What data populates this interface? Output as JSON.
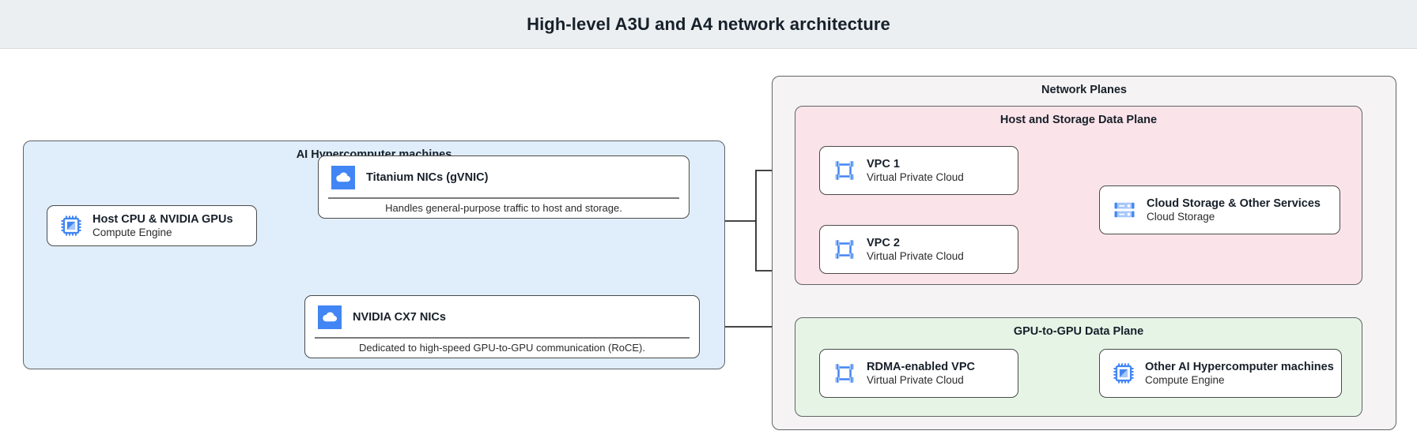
{
  "header": {
    "title": "High-level A3U and A4 network architecture"
  },
  "groups": {
    "machines": {
      "label": "AI Hypercomputer machines",
      "fill": "#e0eefb"
    },
    "planes": {
      "label": "Network Planes",
      "fill": "#f5f3f3"
    },
    "host_storage_plane": {
      "label": "Host and Storage Data Plane",
      "fill": "#fbe4e9"
    },
    "gpu_plane": {
      "label": "GPU-to-GPU Data Plane",
      "fill": "#e6f4e6"
    }
  },
  "nodes": {
    "host_cpu": {
      "title": "Host CPU & NVIDIA GPUs",
      "subtitle": "Compute Engine",
      "icon": "cpu-chip-icon"
    },
    "titanium": {
      "title": "Titanium NICs (gVNIC)",
      "description": "Handles general-purpose traffic to host and storage.",
      "icon": "cloud-icon"
    },
    "cx7": {
      "title": "NVIDIA CX7 NICs",
      "description": "Dedicated to high-speed GPU-to-GPU communication (RoCE).",
      "icon": "cloud-icon"
    },
    "vpc1": {
      "title": "VPC 1",
      "subtitle": "Virtual Private Cloud",
      "icon": "vpc-icon"
    },
    "vpc2": {
      "title": "VPC 2",
      "subtitle": "Virtual Private Cloud",
      "icon": "vpc-icon"
    },
    "cloud_storage": {
      "title": "Cloud Storage & Other Services",
      "subtitle": "Cloud Storage",
      "icon": "cloud-storage-icon"
    },
    "rdma_vpc": {
      "title": "RDMA-enabled VPC",
      "subtitle": "Virtual Private Cloud",
      "icon": "vpc-icon"
    },
    "other_machines": {
      "title": "Other AI Hypercomputer machines",
      "subtitle": "Compute Engine",
      "icon": "cpu-chip-icon"
    }
  },
  "colors": {
    "header_bg": "#eceff1",
    "machines_fill": "#e0eefb",
    "planes_fill": "#f5f3f3",
    "host_plane_fill": "#fbe4e9",
    "gpu_plane_fill": "#e6f4e6",
    "icon_blue": "#4285f4",
    "icon_blue_light": "#a6c8fa",
    "stroke": "#4a4a4a",
    "text": "#17202a"
  }
}
